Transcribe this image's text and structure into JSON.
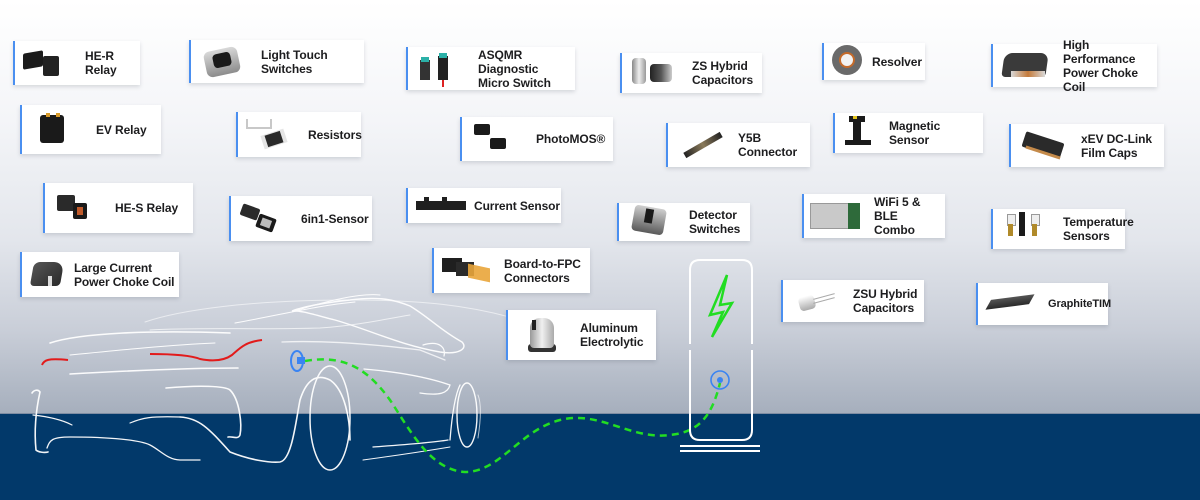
{
  "colors": {
    "accent_border": "#4a8ff0",
    "ground": "#02396a",
    "bolt": "#22dd22",
    "cable": "#22dd22",
    "plug": "#3a84f2",
    "taillight": "#e21b1b",
    "car_outline": "#ffffff"
  },
  "products": [
    {
      "id": "he-r-relay",
      "label": "HE-R Relay",
      "icon": "relay-icon"
    },
    {
      "id": "light-touch-switches",
      "label": "Light Touch Switches",
      "icon": "tactile-switch-icon"
    },
    {
      "id": "asqmr-diagnostic-micro-switch",
      "label": "ASQMR Diagnostic\nMicro Switch",
      "icon": "micro-switch-icon"
    },
    {
      "id": "zs-hybrid-capacitors",
      "label": "ZS Hybrid\nCapacitors",
      "icon": "capacitor-icon"
    },
    {
      "id": "resolver",
      "label": "Resolver",
      "icon": "resolver-icon"
    },
    {
      "id": "high-performance-power-choke-coil",
      "label": "High Performance\nPower Choke Coil",
      "icon": "choke-coil-icon"
    },
    {
      "id": "ev-relay",
      "label": "EV Relay",
      "icon": "ev-relay-icon"
    },
    {
      "id": "resistors",
      "label": "Resistors",
      "icon": "resistor-icon"
    },
    {
      "id": "photomos",
      "label": "PhotoMOS®",
      "icon": "ic-chip-icon"
    },
    {
      "id": "y5b-connector",
      "label": "Y5B\nConnector",
      "icon": "connector-icon"
    },
    {
      "id": "magnetic-sensor",
      "label": "Magnetic Sensor",
      "icon": "magnetic-sensor-icon"
    },
    {
      "id": "xev-dc-link-film-caps",
      "label": "xEV DC-Link\nFilm Caps",
      "icon": "film-capacitor-icon"
    },
    {
      "id": "he-s-relay",
      "label": "HE-S Relay",
      "icon": "relay-icon"
    },
    {
      "id": "6in1-sensor",
      "label": "6in1-Sensor",
      "icon": "sensor-chip-icon"
    },
    {
      "id": "current-sensor",
      "label": "Current Sensor",
      "icon": "current-sensor-icon"
    },
    {
      "id": "detector-switches",
      "label": "Detector\nSwitches",
      "icon": "detector-switch-icon"
    },
    {
      "id": "wifi-5-ble-combo",
      "label": "WiFi 5 & BLE\nCombo",
      "icon": "wireless-module-icon"
    },
    {
      "id": "temperature-sensors",
      "label": "Temperature\nSensors",
      "icon": "temperature-sensor-icon"
    },
    {
      "id": "large-current-power-choke-coil",
      "label": "Large Current\nPower Choke Coil",
      "icon": "choke-coil-icon"
    },
    {
      "id": "board-to-fpc-connectors",
      "label": "Board-to-FPC\nConnectors",
      "icon": "fpc-connector-icon"
    },
    {
      "id": "zsu-hybrid-capacitors",
      "label": "ZSU Hybrid\nCapacitors",
      "icon": "radial-capacitor-icon"
    },
    {
      "id": "graphitetim",
      "label": "GraphiteTIM",
      "icon": "graphite-sheet-icon"
    },
    {
      "id": "aluminum-electrolytic",
      "label": "Aluminum\nElectrolytic",
      "icon": "electrolytic-capacitor-icon"
    }
  ],
  "illustration": {
    "vehicle": "ev-car-outline",
    "charger": "charging-station",
    "cable": "dashed-charging-cable"
  }
}
